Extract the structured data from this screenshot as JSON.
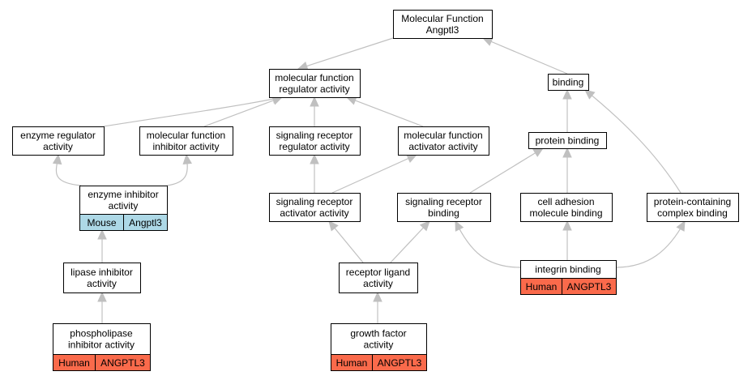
{
  "colors": {
    "mouse_annotation": "#add8e6",
    "human_annotation": "#fa6a4b",
    "edge": "#c0c0c0",
    "node_border": "#000000"
  },
  "nodes": {
    "root": [
      "Molecular Function",
      "Angptl3"
    ],
    "mf_regulator": [
      "molecular function",
      "regulator activity"
    ],
    "binding": [
      "binding"
    ],
    "enzyme_regulator": [
      "enzyme regulator",
      "activity"
    ],
    "mf_inhibitor": [
      "molecular function",
      "inhibitor activity"
    ],
    "sr_regulator": [
      "signaling receptor",
      "regulator activity"
    ],
    "mf_activator": [
      "molecular function",
      "activator activity"
    ],
    "protein_binding": [
      "protein binding"
    ],
    "enzyme_inhibitor": [
      "enzyme inhibitor",
      "activity"
    ],
    "sr_activator": [
      "signaling receptor",
      "activator activity"
    ],
    "sr_binding": [
      "signaling receptor",
      "binding"
    ],
    "cell_adhesion": [
      "cell adhesion",
      "molecule binding"
    ],
    "complex_binding": [
      "protein-containing",
      "complex binding"
    ],
    "lipase_inhibitor": [
      "lipase inhibitor",
      "activity"
    ],
    "receptor_ligand": [
      "receptor ligand",
      "activity"
    ],
    "integrin_binding": [
      "integrin binding"
    ],
    "phospholipase_inhibitor": [
      "phospholipase",
      "inhibitor activity"
    ],
    "growth_factor": [
      "growth factor",
      "activity"
    ]
  },
  "annotations": {
    "enzyme_inhibitor": {
      "species": "Mouse",
      "gene": "Angptl3",
      "kind": "mouse"
    },
    "integrin_binding": {
      "species": "Human",
      "gene": "ANGPTL3",
      "kind": "human"
    },
    "phospholipase_inhibitor": {
      "species": "Human",
      "gene": "ANGPTL3",
      "kind": "human"
    },
    "growth_factor": {
      "species": "Human",
      "gene": "ANGPTL3",
      "kind": "human"
    }
  },
  "edges": [
    {
      "from": "mf_regulator",
      "to": "root"
    },
    {
      "from": "binding",
      "to": "root"
    },
    {
      "from": "enzyme_regulator",
      "to": "mf_regulator"
    },
    {
      "from": "mf_inhibitor",
      "to": "mf_regulator"
    },
    {
      "from": "sr_regulator",
      "to": "mf_regulator"
    },
    {
      "from": "mf_activator",
      "to": "mf_regulator"
    },
    {
      "from": "protein_binding",
      "to": "binding"
    },
    {
      "from": "complex_binding",
      "to": "binding"
    },
    {
      "from": "enzyme_inhibitor",
      "to": "enzyme_regulator"
    },
    {
      "from": "enzyme_inhibitor",
      "to": "mf_inhibitor"
    },
    {
      "from": "sr_activator",
      "to": "sr_regulator"
    },
    {
      "from": "sr_activator",
      "to": "mf_activator"
    },
    {
      "from": "sr_binding",
      "to": "protein_binding"
    },
    {
      "from": "cell_adhesion",
      "to": "protein_binding"
    },
    {
      "from": "lipase_inhibitor",
      "to": "enzyme_inhibitor"
    },
    {
      "from": "receptor_ligand",
      "to": "sr_activator"
    },
    {
      "from": "receptor_ligand",
      "to": "sr_binding"
    },
    {
      "from": "integrin_binding",
      "to": "sr_binding"
    },
    {
      "from": "integrin_binding",
      "to": "cell_adhesion"
    },
    {
      "from": "integrin_binding",
      "to": "complex_binding"
    },
    {
      "from": "phospholipase_inhibitor",
      "to": "lipase_inhibitor"
    },
    {
      "from": "growth_factor",
      "to": "receptor_ligand"
    }
  ]
}
